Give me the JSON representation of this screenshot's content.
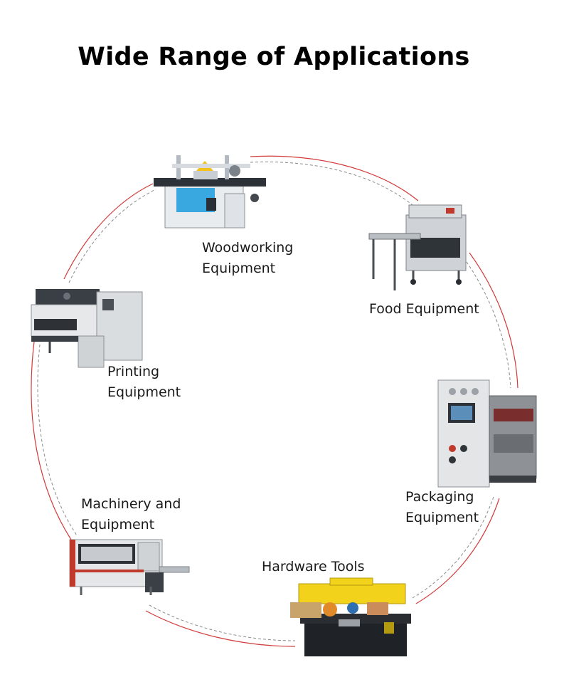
{
  "title": "Wide Range of Applications",
  "items": [
    {
      "id": "woodworking",
      "line1": "Woodworking",
      "line2": "Equipment",
      "icon": "table-saw-icon"
    },
    {
      "id": "food",
      "line1": "Food Equipment",
      "line2": "",
      "icon": "dough-sheeter-icon"
    },
    {
      "id": "printing",
      "line1": "Printing",
      "line2": "Equipment",
      "icon": "offset-press-icon"
    },
    {
      "id": "packaging",
      "line1": "Packaging",
      "line2": "Equipment",
      "icon": "carton-printer-icon"
    },
    {
      "id": "machinery",
      "line1": "Machinery and",
      "line2": "Equipment",
      "icon": "four-side-moulder-icon"
    },
    {
      "id": "hardware",
      "line1": "Hardware Tools",
      "line2": "",
      "icon": "toolbox-icon"
    }
  ],
  "colors": {
    "ring_red": "#d23a3a",
    "ring_dash": "#8a8a8a",
    "toolbox_yellow": "#f2d21b"
  }
}
